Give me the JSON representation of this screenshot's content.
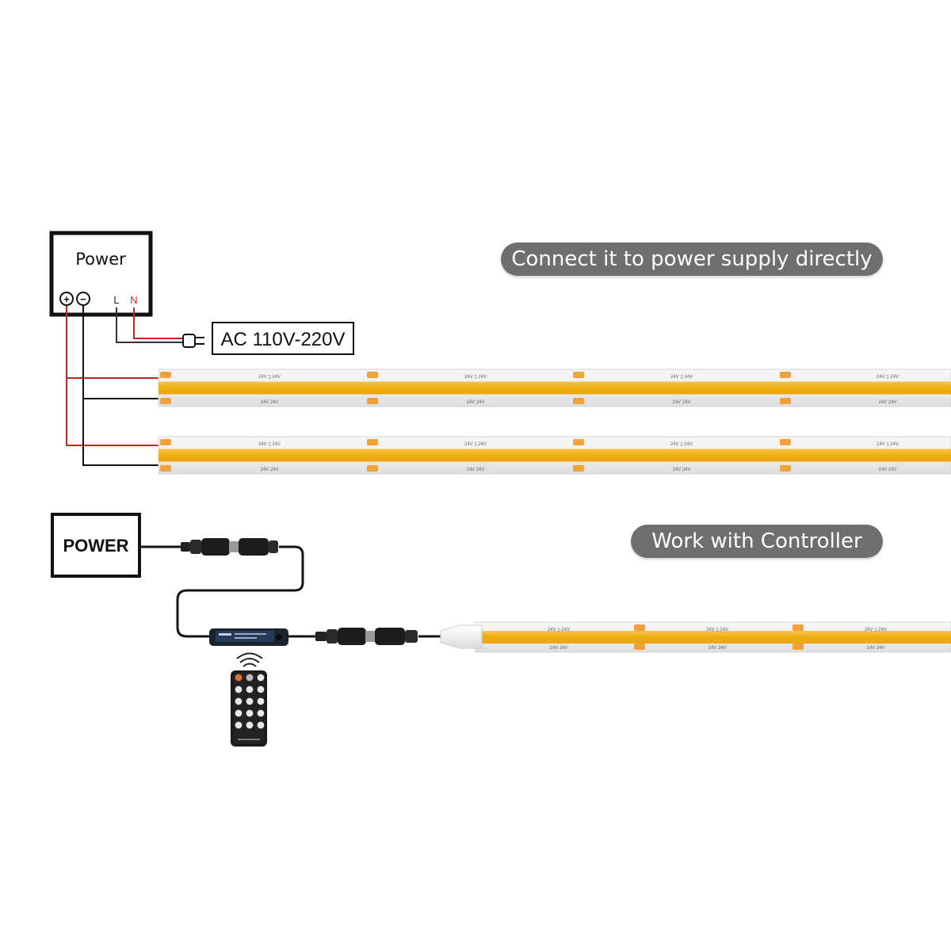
{
  "power_box_top": {
    "label": "Power",
    "terminal_plus": "+",
    "terminal_minus": "−",
    "terminal_l": "L",
    "terminal_n": "N"
  },
  "ac_label": "AC 110V-220V",
  "power_box_bottom": {
    "label": "POWER"
  },
  "callouts": {
    "direct": "Connect it to power supply directly",
    "controller": "Work with Controller"
  },
  "strip_marking": {
    "top": "24V ▯ 24V",
    "bottom": "24V 24V"
  },
  "colors": {
    "wire_red": "#cc2222",
    "wire_black": "#1a1a1a",
    "led_band": "#f2b21b",
    "solder_pad": "#f0a13a",
    "strip_body": "#eeeeee",
    "callout_bg": "#6f6f6f"
  }
}
